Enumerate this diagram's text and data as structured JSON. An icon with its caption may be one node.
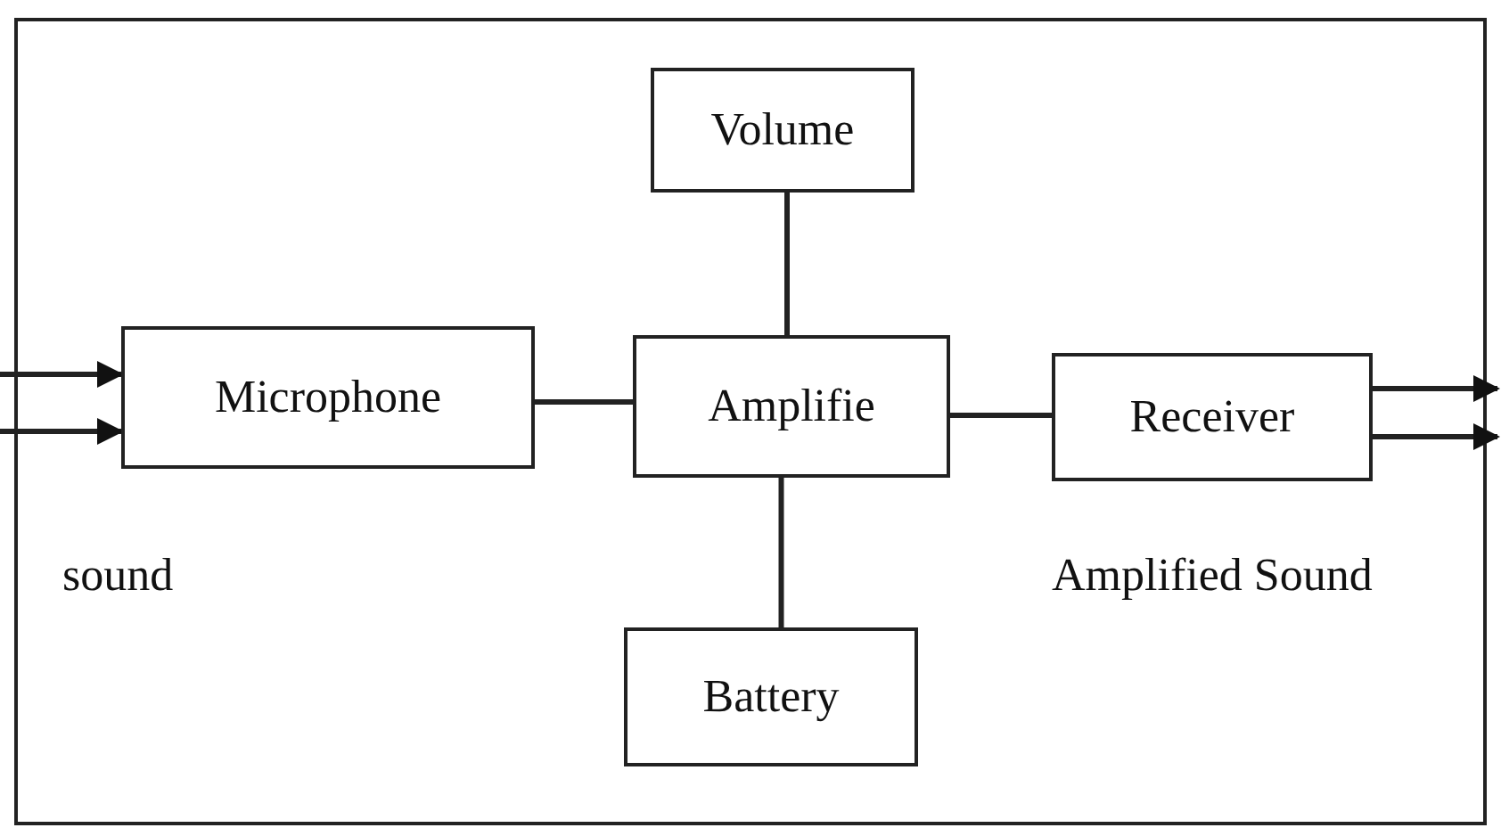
{
  "diagram": {
    "nodes": [
      {
        "text": [
          "Volume"
        ]
      },
      {
        "text": [
          "Microphone"
        ]
      },
      {
        "text": [
          "Amplifie"
        ]
      },
      {
        "text": [
          "Receiver"
        ]
      },
      {
        "text": [
          "Battery"
        ]
      }
    ],
    "edges": [
      {
        "from": null,
        "to": 1,
        "arrow": "to"
      },
      {
        "from": null,
        "to": 1,
        "arrow": "to"
      },
      {
        "from": 1,
        "to": 2,
        "arrow": "none"
      },
      {
        "from": 0,
        "to": 2,
        "arrow": "none"
      },
      {
        "from": 2,
        "to": 4,
        "arrow": "none"
      },
      {
        "from": 2,
        "to": 3,
        "arrow": "none"
      },
      {
        "from": 3,
        "to": null,
        "arrow": "to"
      },
      {
        "from": 3,
        "to": null,
        "arrow": "to"
      }
    ],
    "labels": [
      "sound",
      "Amplified Sound"
    ]
  }
}
